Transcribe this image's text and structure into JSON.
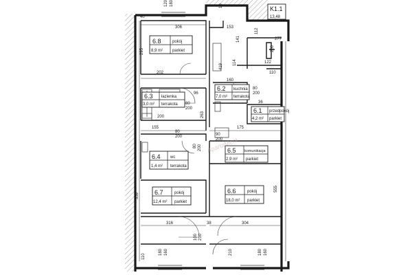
{
  "rooms": [
    {
      "id": "6.8",
      "name": "pokój",
      "area": "8,9 m²",
      "floor": "parkiet"
    },
    {
      "id": "6.3",
      "name": "łazienka",
      "area": "3,0 m²",
      "floor": "terrakota"
    },
    {
      "id": "6.2",
      "name": "kuchnia",
      "area": "7,0 m²",
      "floor": "terrakota"
    },
    {
      "id": "6.1",
      "name": "przedpokój",
      "area": "4,2 m²",
      "floor": "parkiet"
    },
    {
      "id": "6.4",
      "name": "wc",
      "area": "1,4 m²",
      "floor": "terrakota"
    },
    {
      "id": "6.5",
      "name": "komunikacja",
      "area": "2,9 m²",
      "floor": "parkiet"
    },
    {
      "id": "6.7",
      "name": "pokój",
      "area": "12,4 m²",
      "floor": "parkiet"
    },
    {
      "id": "6.6",
      "name": "pokój",
      "area": "18,0 m²",
      "floor": "parkiet"
    }
  ],
  "section_marker": {
    "label": "K1.1",
    "value": "13,48"
  },
  "dimensions": {
    "d120": "120",
    "d180": "180",
    "d40": "40",
    "d306": "306",
    "d10a": "10",
    "d153": "153",
    "d141": "141",
    "d112": "112",
    "d277": "277",
    "d295": "295",
    "d202": "202",
    "d419": "419",
    "d114": "114",
    "d122": "122",
    "d110": "110",
    "d200a": "200",
    "d96": "96",
    "d80a": "80",
    "d200b": "200",
    "d200c": "200",
    "d160": "160",
    "d80b": "80",
    "d200d": "200",
    "d263": "263",
    "d155": "155",
    "d175": "175",
    "d80c": "80",
    "d200e": "200",
    "d80d": "80",
    "d200f": "200",
    "d359": "359",
    "d555": "555",
    "d316": "316",
    "d38": "38",
    "d304": "304",
    "d100": "100",
    "d210a": "210",
    "d180b": "180",
    "d160b": "160",
    "d210b": "210",
    "d180c": "180",
    "d160c": "160",
    "d110b": "110",
    "d90": "90",
    "d200g": "200",
    "d36": "36"
  },
  "watermark": "ApartaMent"
}
